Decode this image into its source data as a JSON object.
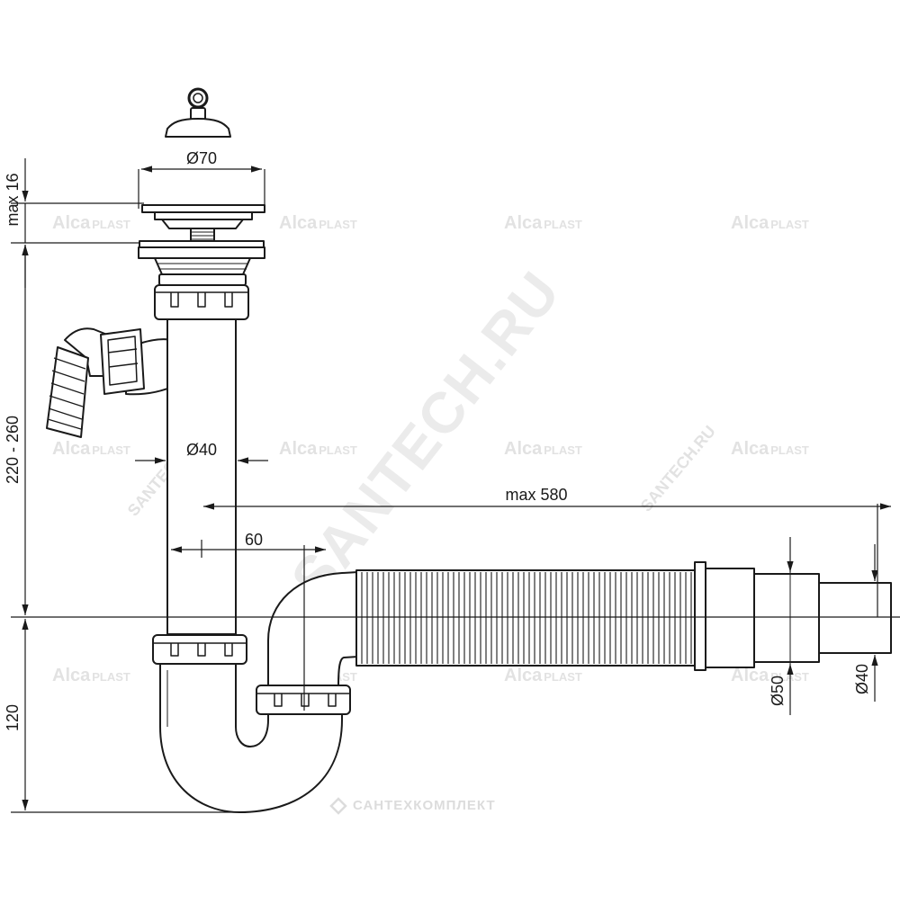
{
  "dimensions": {
    "outlet_diameter": "Ø70",
    "pipe_diameter": "Ø40",
    "grate_height": "max 16",
    "body_height": "220 - 260",
    "trap_depth": "120",
    "trap_offset": "60",
    "hose_length": "max 580",
    "hose_end_diameter_outer": "Ø50",
    "hose_end_diameter_inner": "Ø40"
  },
  "watermarks": {
    "brand_main": "Alca",
    "brand_sub": "PLAST",
    "site": "SANTECH.RU",
    "site_small": "SANTECH.RU",
    "footer": "САНТЕХКОМПЛЕКТ"
  }
}
